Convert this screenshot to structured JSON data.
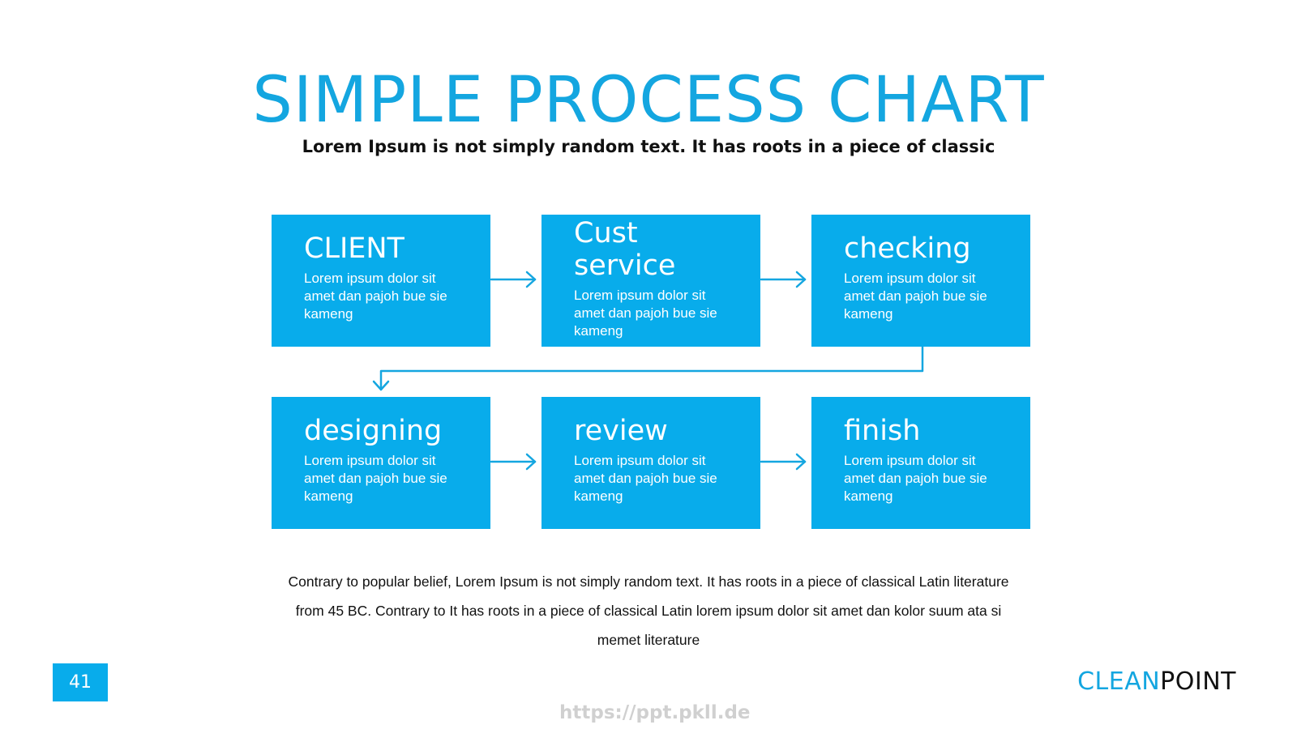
{
  "title": "SIMPLE PROCESS CHART",
  "subtitle": "Lorem Ipsum is not simply random text. It has roots in a piece of classic",
  "steps": [
    {
      "title": "CLIENT",
      "text": "Lorem ipsum dolor sit amet dan pajoh bue sie kameng"
    },
    {
      "title": "Cust service",
      "text": "Lorem ipsum dolor sit amet dan pajoh bue sie kameng"
    },
    {
      "title": "checking",
      "text": "Lorem ipsum dolor sit amet dan pajoh bue sie kameng"
    },
    {
      "title": "designing",
      "text": "Lorem ipsum dolor sit amet dan pajoh bue sie kameng"
    },
    {
      "title": "review",
      "text": "Lorem ipsum dolor sit amet dan pajoh bue sie kameng"
    },
    {
      "title": "finish",
      "text": "Lorem ipsum dolor sit amet dan pajoh bue sie kameng"
    }
  ],
  "description": "Contrary to popular belief, Lorem Ipsum is not simply random text. It has roots in a piece of classical Latin literature from 45 BC. Contrary to It has roots in a piece of classical Latin  lorem ipsum dolor sit amet dan kolor suum ata si memet literature",
  "page_number": "41",
  "brand": {
    "part_a": "CLEAN",
    "part_b": "POINT"
  },
  "watermark": "https://ppt.pkll.de",
  "colors": {
    "accent": "#08aceb",
    "title": "#14a6e0",
    "text": "#111111"
  }
}
